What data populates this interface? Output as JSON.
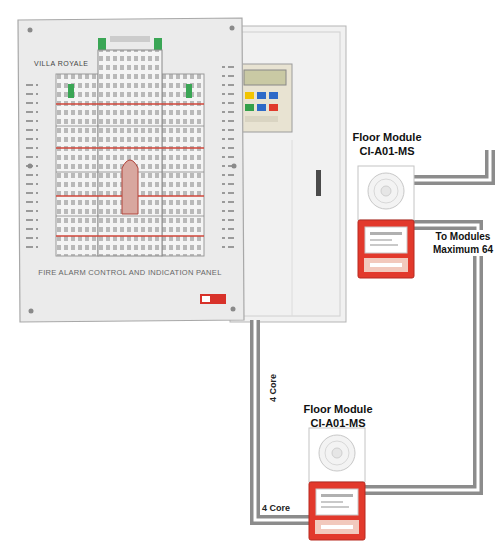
{
  "diagram": {
    "nodes": [
      {
        "text": [
          "VILLA ROYALE",
          "FIRE ALARM CONTROL AND INDICATION PANEL"
        ]
      },
      {
        "text": [
          "Floor Module CI-A01-MS"
        ]
      },
      {
        "text": [
          "Floor Module CI-A01-MS"
        ]
      }
    ],
    "edges": [
      {
        "from": 0,
        "to": 2,
        "arrow": "none",
        "label": "4 Core"
      },
      {
        "from": 2,
        "to": 1,
        "arrow": "none"
      }
    ],
    "labels": [
      "4 Core",
      "To Modules Maximum 64"
    ]
  }
}
